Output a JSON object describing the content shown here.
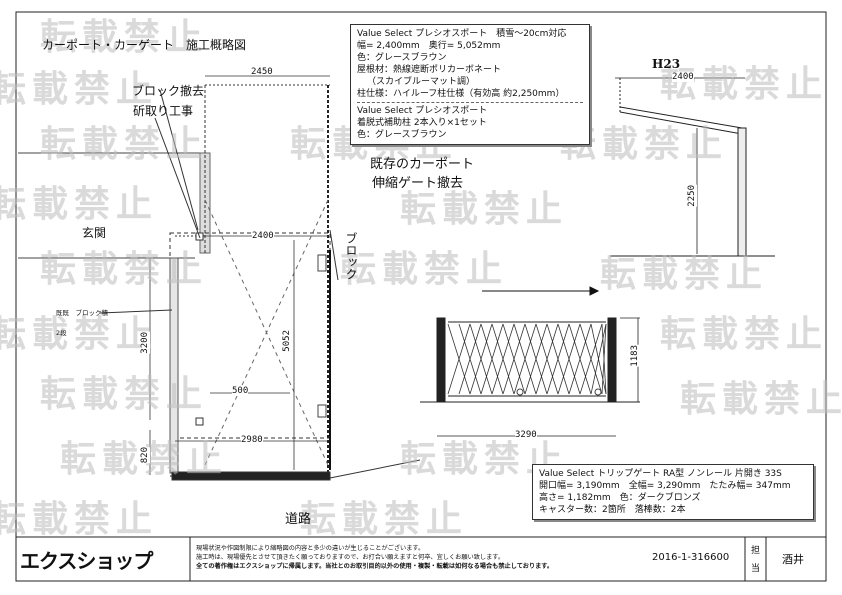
{
  "title": "カーポート・カーゲート　施工概略図",
  "watermark": "転載禁止",
  "spec_carport": {
    "line1": "Value Select プレシオスポート　積雪～20cm対応",
    "line2": "幅= 2,400mm　奥行= 5,052mm",
    "line3": "色：グレースブラウン",
    "line4": "屋根材：熱線遮断ポリカーボネート",
    "line5": "（スカイブルーマット調）",
    "line6": "柱仕様：ハイルーフ柱仕様（有効高 約2,250mm）",
    "line7": "Value Select プレシオスポート",
    "line8": "着脱式補助柱 2本入り×1セット",
    "line9": "色：グレースブラウン"
  },
  "spec_gate": {
    "line1": "Value Select トリップゲート RA型 ノンレール 片開き 33S",
    "line2": "開口幅= 3,190mm　全幅= 3,290mm　たたみ幅= 347mm",
    "line3": "高さ= 1,182mm　色：ダークブロンズ",
    "line4": "キャスター数：2箇所　落棒数：2本"
  },
  "annotations": {
    "block_removal": "ブロック撤去",
    "cutting_work": "斫取り工事",
    "existing_removal_1": "既存のカーポート",
    "existing_removal_2": "伸縮ゲート撤去",
    "entrance": "玄関",
    "block_right": "ブロック",
    "road": "道路",
    "existing_block_1": "既既　ブロック積",
    "existing_block_2": "2段",
    "elevation_label": "H23"
  },
  "dimensions": {
    "width_top": "2450",
    "width_inner": "2400",
    "depth": "5052",
    "side_3200": "3200",
    "side_820": "820",
    "inner_500": "500",
    "bottom_2980": "2980",
    "elev_width": "2400",
    "elev_height": "2250",
    "gate_height": "1183",
    "gate_width": "3290"
  },
  "footer": {
    "brand": "エクスショップ",
    "notice1": "現場状況や作図制限により縮略図の内容と多少の違いが生じることがございます。",
    "notice2": "施工時は、現場優先とさせて頂きたく願っておりますので、お打合い願えますと何卒、宜しくお願い致します。",
    "notice3": "全ての著作権はエクスショップに帰属します。当社とのお取引目的以外の使用・複製・転載は如何なる場合も禁止しております。",
    "code": "2016-1-316600",
    "staff_label_1": "担",
    "staff_label_2": "当",
    "staff_name": "酒井"
  }
}
